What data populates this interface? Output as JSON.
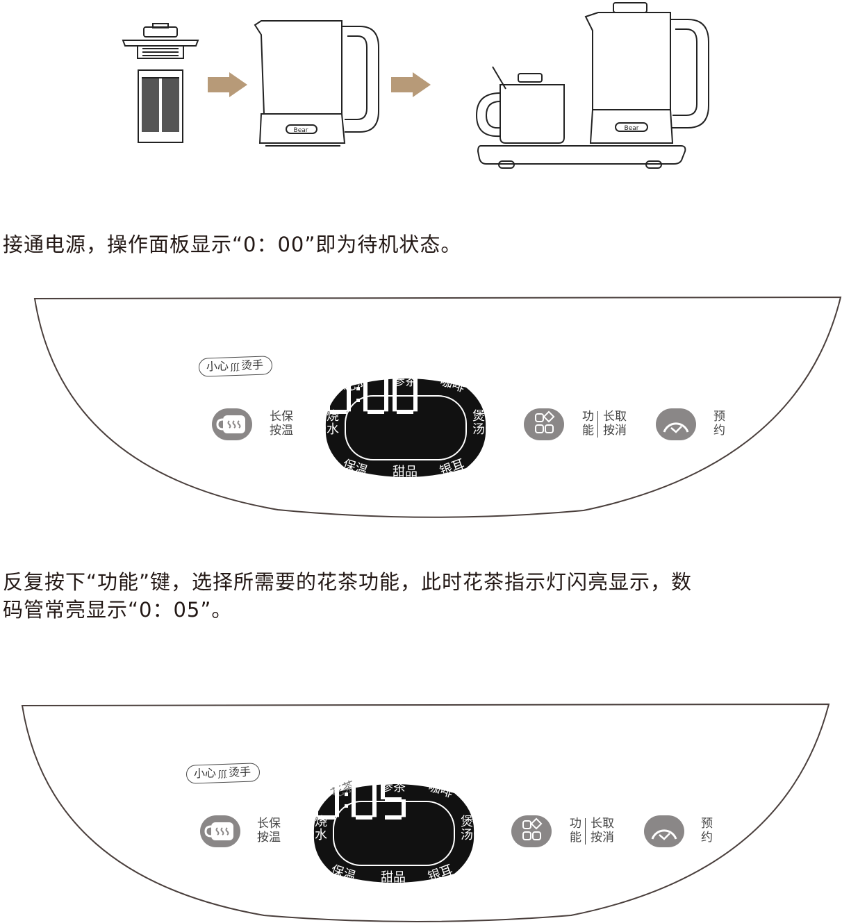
{
  "instructions": {
    "step1": "接通电源，操作面板显示“0：00”即为待机状态。",
    "step2_line1": "反复按下“功能”键，选择所需要的花茶功能，此时花茶指示灯闪亮显示，数",
    "step2_line2": "码管常亮显示“0：05”。"
  },
  "illustration": {
    "kettle_brand": "Bear"
  },
  "panels": [
    {
      "caution": {
        "pre": "小心",
        "wave": "ʃʃʃ",
        "post": "烫手"
      },
      "keep_warm": {
        "l1": "长保",
        "l2": "按温"
      },
      "function": {
        "l1": "功",
        "l2": "能",
        "r1": "长取",
        "r2": "按消"
      },
      "reserve": {
        "l1": "预",
        "l2": "约"
      },
      "display": {
        "readout": "0:00",
        "modes": {
          "flower_tea": "花茶",
          "ginseng_tea": "参茶",
          "coffee": "咖啡",
          "boil_water": "烧水",
          "soup": "煲汤",
          "keep_warm": "保温",
          "dessert": "甜品",
          "tremella": "银耳"
        },
        "active_mode": ""
      }
    },
    {
      "caution": {
        "pre": "小心",
        "wave": "ʃʃʃ",
        "post": "烫手"
      },
      "keep_warm": {
        "l1": "长保",
        "l2": "按温"
      },
      "function": {
        "l1": "功",
        "l2": "能",
        "r1": "长取",
        "r2": "按消"
      },
      "reserve": {
        "l1": "预",
        "l2": "约"
      },
      "display": {
        "readout": "0:05",
        "modes": {
          "flower_tea": "花茶",
          "ginseng_tea": "参茶",
          "coffee": "咖啡",
          "boil_water": "烧水",
          "soup": "煲汤",
          "keep_warm": "保温",
          "dessert": "甜品",
          "tremella": "银耳"
        },
        "active_mode": "flower_tea"
      }
    }
  ],
  "colors": {
    "arrow": "#b79a78",
    "outline": "#4a3f3c",
    "key": "#8a8787",
    "display": "#111111"
  }
}
